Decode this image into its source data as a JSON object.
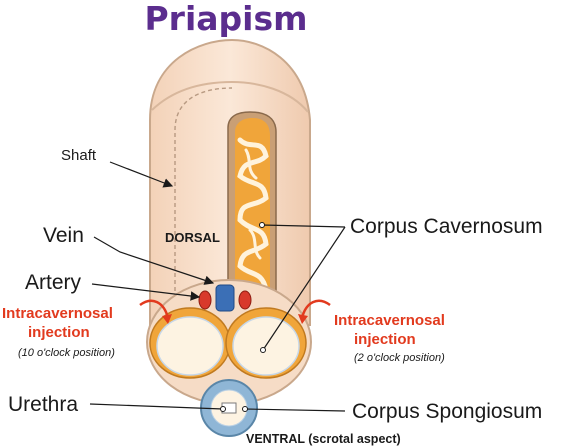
{
  "title": "Priapism",
  "labels": {
    "shaft": "Shaft",
    "dorsal": "DORSAL",
    "vein": "Vein",
    "artery": "Artery",
    "corpus_cavernosum": "Corpus Cavernosum",
    "urethra": "Urethra",
    "corpus_spongiosum": "Corpus Spongiosum",
    "ventral": "VENTRAL (scrotal aspect)"
  },
  "injection_left": {
    "line1": "Intracavernosal",
    "line2": "injection",
    "position": "(10 o'clock position)"
  },
  "injection_right": {
    "line1": "Intracavernosal",
    "line2": "injection",
    "position": "(2 o'clock position)"
  },
  "colors": {
    "title": "#5b2d8e",
    "injection_text": "#e23a1e",
    "skin": "#f6dcc6",
    "skin_outline": "#c9a88c",
    "erectile_tissue": "#f0a53a",
    "cavernosum_fill": "#fdf3e2",
    "vein": "#3b6fb6",
    "artery": "#d8392b",
    "spongiosum": "#8fb6d6"
  }
}
